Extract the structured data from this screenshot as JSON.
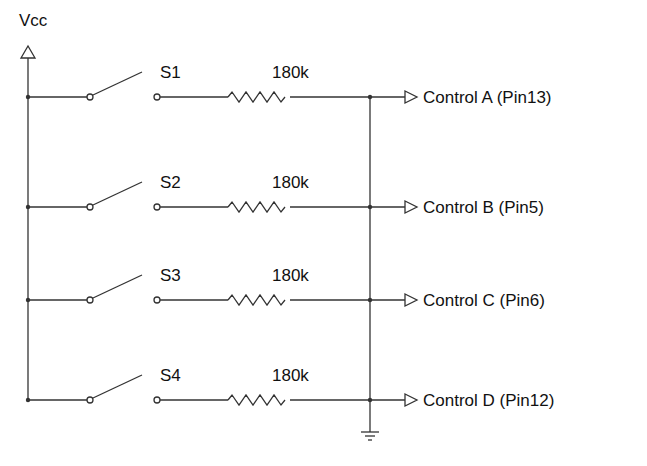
{
  "diagram": {
    "labels": [
      "Vcc",
      "S1",
      "180k",
      "Control A (Pin13)",
      "S2",
      "180k",
      "Control B (Pin5)",
      "S3",
      "180k",
      "Control C (Pin6)",
      "S4",
      "180k",
      "Control D (Pin12)"
    ]
  }
}
